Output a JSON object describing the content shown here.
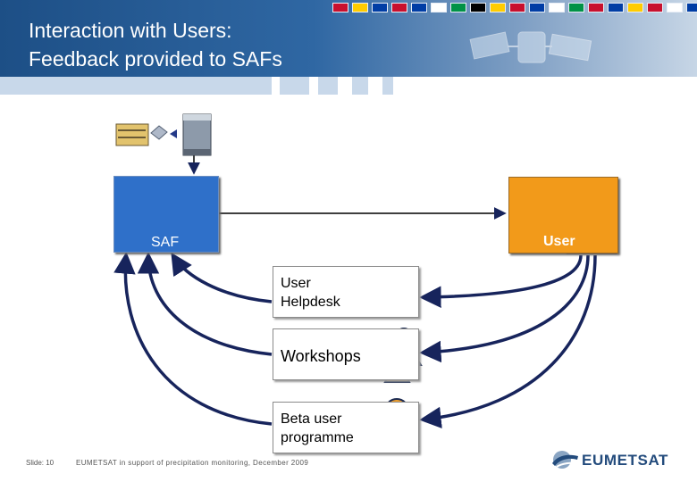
{
  "slide": {
    "title": "Interaction with Users:\nFeedback provided to SAFs",
    "saf_label": "SAF",
    "user_label": "User",
    "channels": [
      "User\nHelpdesk",
      "Workshops",
      "Beta user\nprogramme"
    ],
    "footer": {
      "slide_number": "Slide: 10",
      "note": "EUMETSAT in support of precipitation monitoring, December 2009",
      "brand": "EUMETSAT"
    }
  },
  "colors": {
    "header_blue": "#1d4f86",
    "saf_blue": "#2f70c9",
    "user_orange": "#f29a1a",
    "arrow_navy": "#17245c"
  }
}
